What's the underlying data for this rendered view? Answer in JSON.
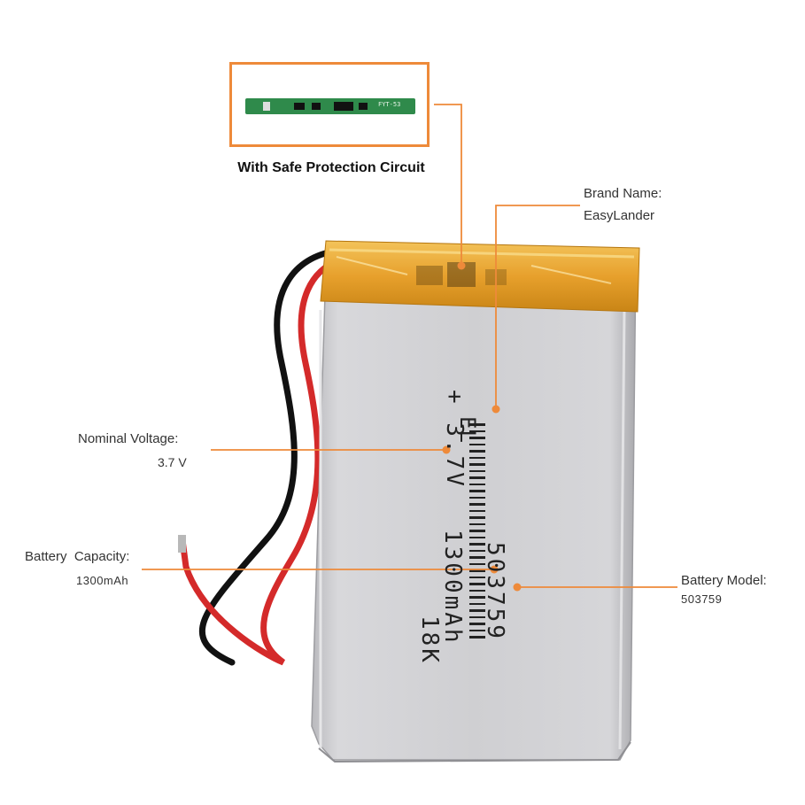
{
  "callouts": {
    "protection": "With Safe Protection Circuit",
    "brand_title": "Brand Name:",
    "brand_value": "EasyLander",
    "voltage_title": "Nominal Voltage:",
    "voltage_value": "3.7 V",
    "capacity_title": "Battery  Capacity:",
    "capacity_value": "1300mAh",
    "model_title": "Battery Model:",
    "model_value": "503759"
  },
  "battery_print": {
    "brand_mark": "EL",
    "model": "503759",
    "voltage": "+ 3.7V",
    "capacity": "1300mAh",
    "code": "18K"
  },
  "pcb_print": "FYT-53",
  "colors": {
    "accent": "#ee8a3a",
    "tape": "#e8a432",
    "pouch": "#c9c9cc",
    "pcb": "#2f8a4b",
    "wire_red": "#d42a2a",
    "wire_black": "#111111"
  }
}
